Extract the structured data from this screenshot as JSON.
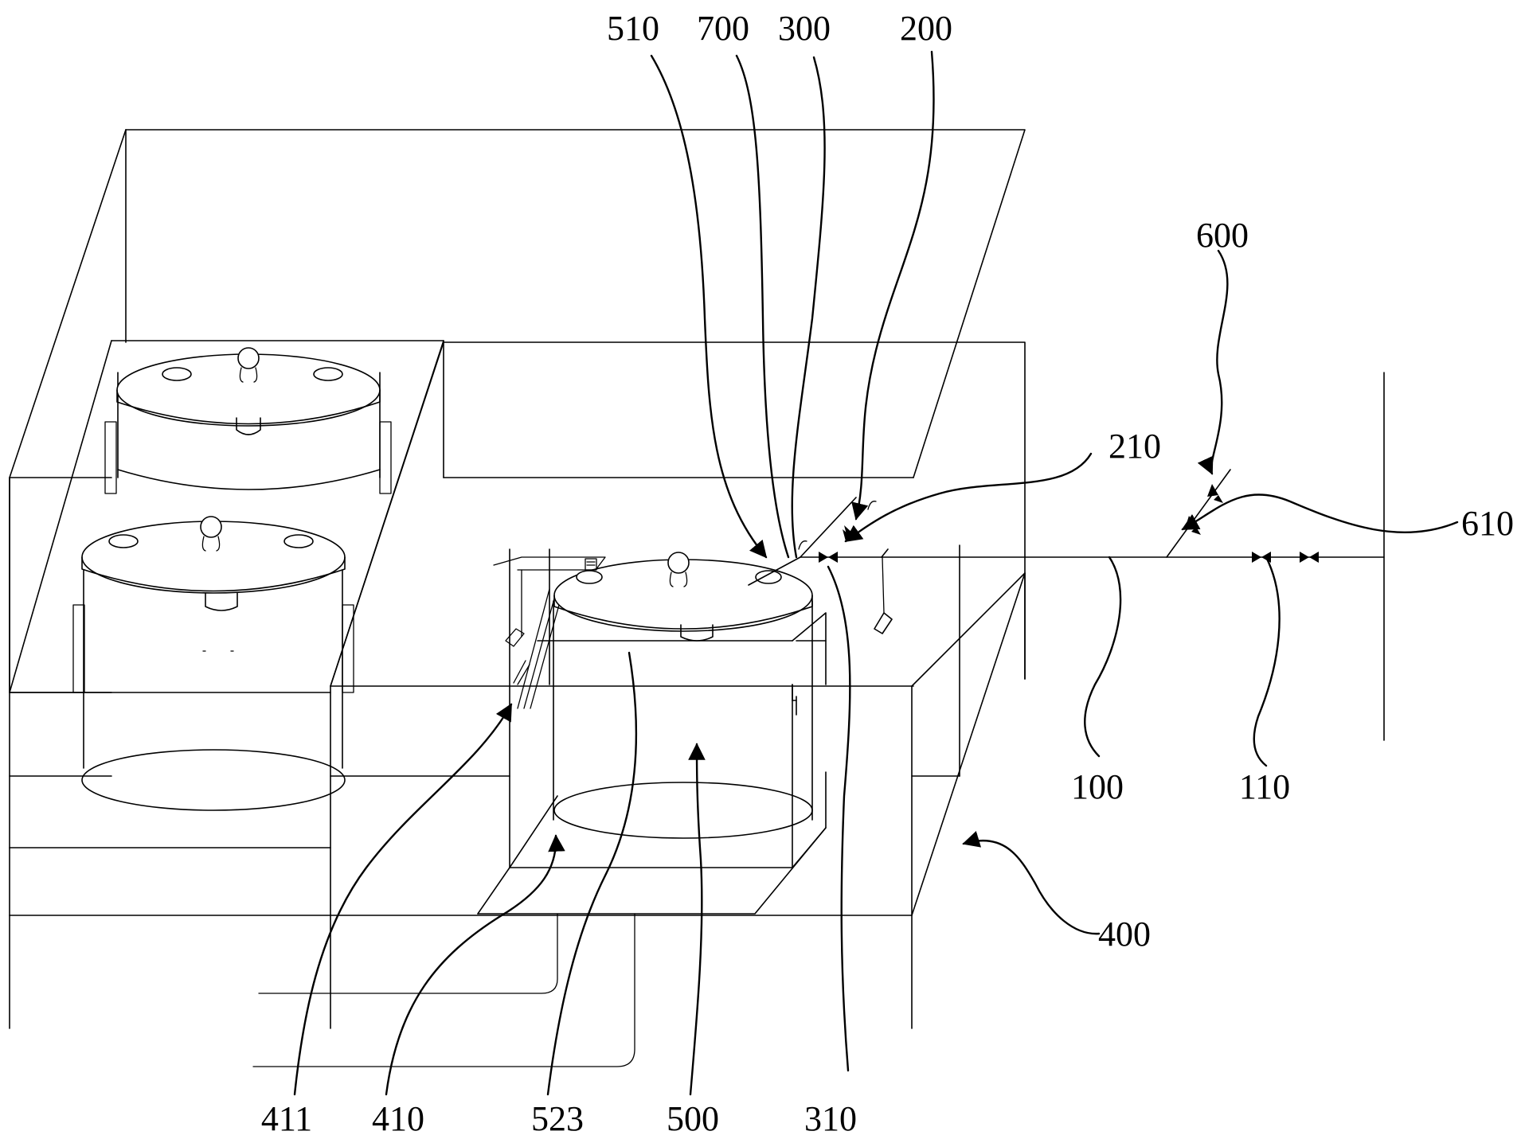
{
  "labels": {
    "l100": "100",
    "l110": "110",
    "l200": "200",
    "l210": "210",
    "l300": "300",
    "l310": "310",
    "l400": "400",
    "l410": "410",
    "l411": "411",
    "l500": "500",
    "l510": "510",
    "l523": "523",
    "l600": "600",
    "l610": "610",
    "l700": "700"
  }
}
